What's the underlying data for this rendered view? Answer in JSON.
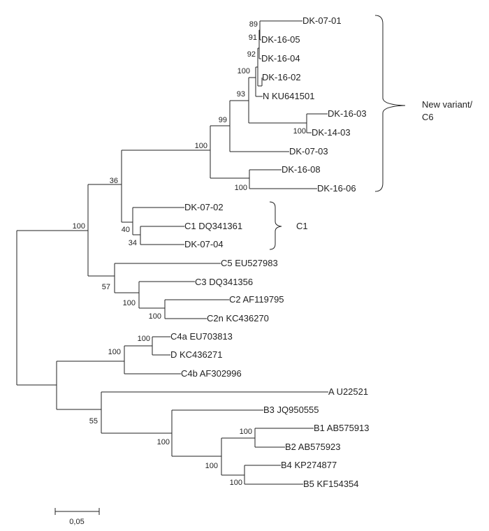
{
  "tree": {
    "tips": [
      "DK-07-01",
      "DK-16-05",
      "DK-16-04",
      "DK-16-02",
      "N KU641501",
      "DK-16-03",
      "DK-14-03",
      "DK-07-03",
      "DK-16-08",
      "DK-16-06",
      "DK-07-02",
      "C1 DQ341361",
      "DK-07-04",
      "C5 EU527983",
      "C3 DQ341356",
      "C2 AF119795",
      "C2n KC436270",
      "C4a EU703813",
      "D KC436271",
      "C4b AF302996",
      "A U22521",
      "B3 JQ950555",
      "B1 AB575913",
      "B2 AB575923",
      "B4 KP274877",
      "B5 KF154354"
    ],
    "bootstrap_values": [
      "89",
      "91",
      "92",
      "100",
      "93",
      "100",
      "99",
      "100",
      "100",
      "36",
      "40",
      "34",
      "100",
      "57",
      "100",
      "100",
      "100",
      "100",
      "55",
      "100",
      "100",
      "100",
      "100"
    ],
    "clade_labels": {
      "new_variant_line1": "New variant/",
      "new_variant_line2": "C6",
      "c1": "C1"
    },
    "scale_bar_label": "0,05"
  }
}
